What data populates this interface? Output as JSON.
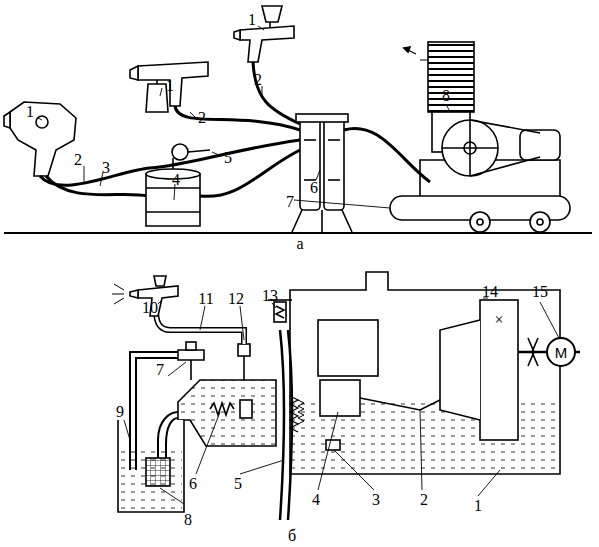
{
  "diagram": {
    "nodes": [
      {
        "text": [
          "М"
        ]
      }
    ],
    "labels": [
      "1",
      "1",
      "2",
      "2",
      "8",
      "1",
      "5",
      "2",
      "3",
      "4",
      "6",
      "7",
      "а",
      "10",
      "11",
      "12",
      "13",
      "14",
      "15",
      "×",
      "7",
      "9",
      "6",
      "5",
      "4",
      "3",
      "2",
      "1",
      "8",
      "б"
    ]
  }
}
